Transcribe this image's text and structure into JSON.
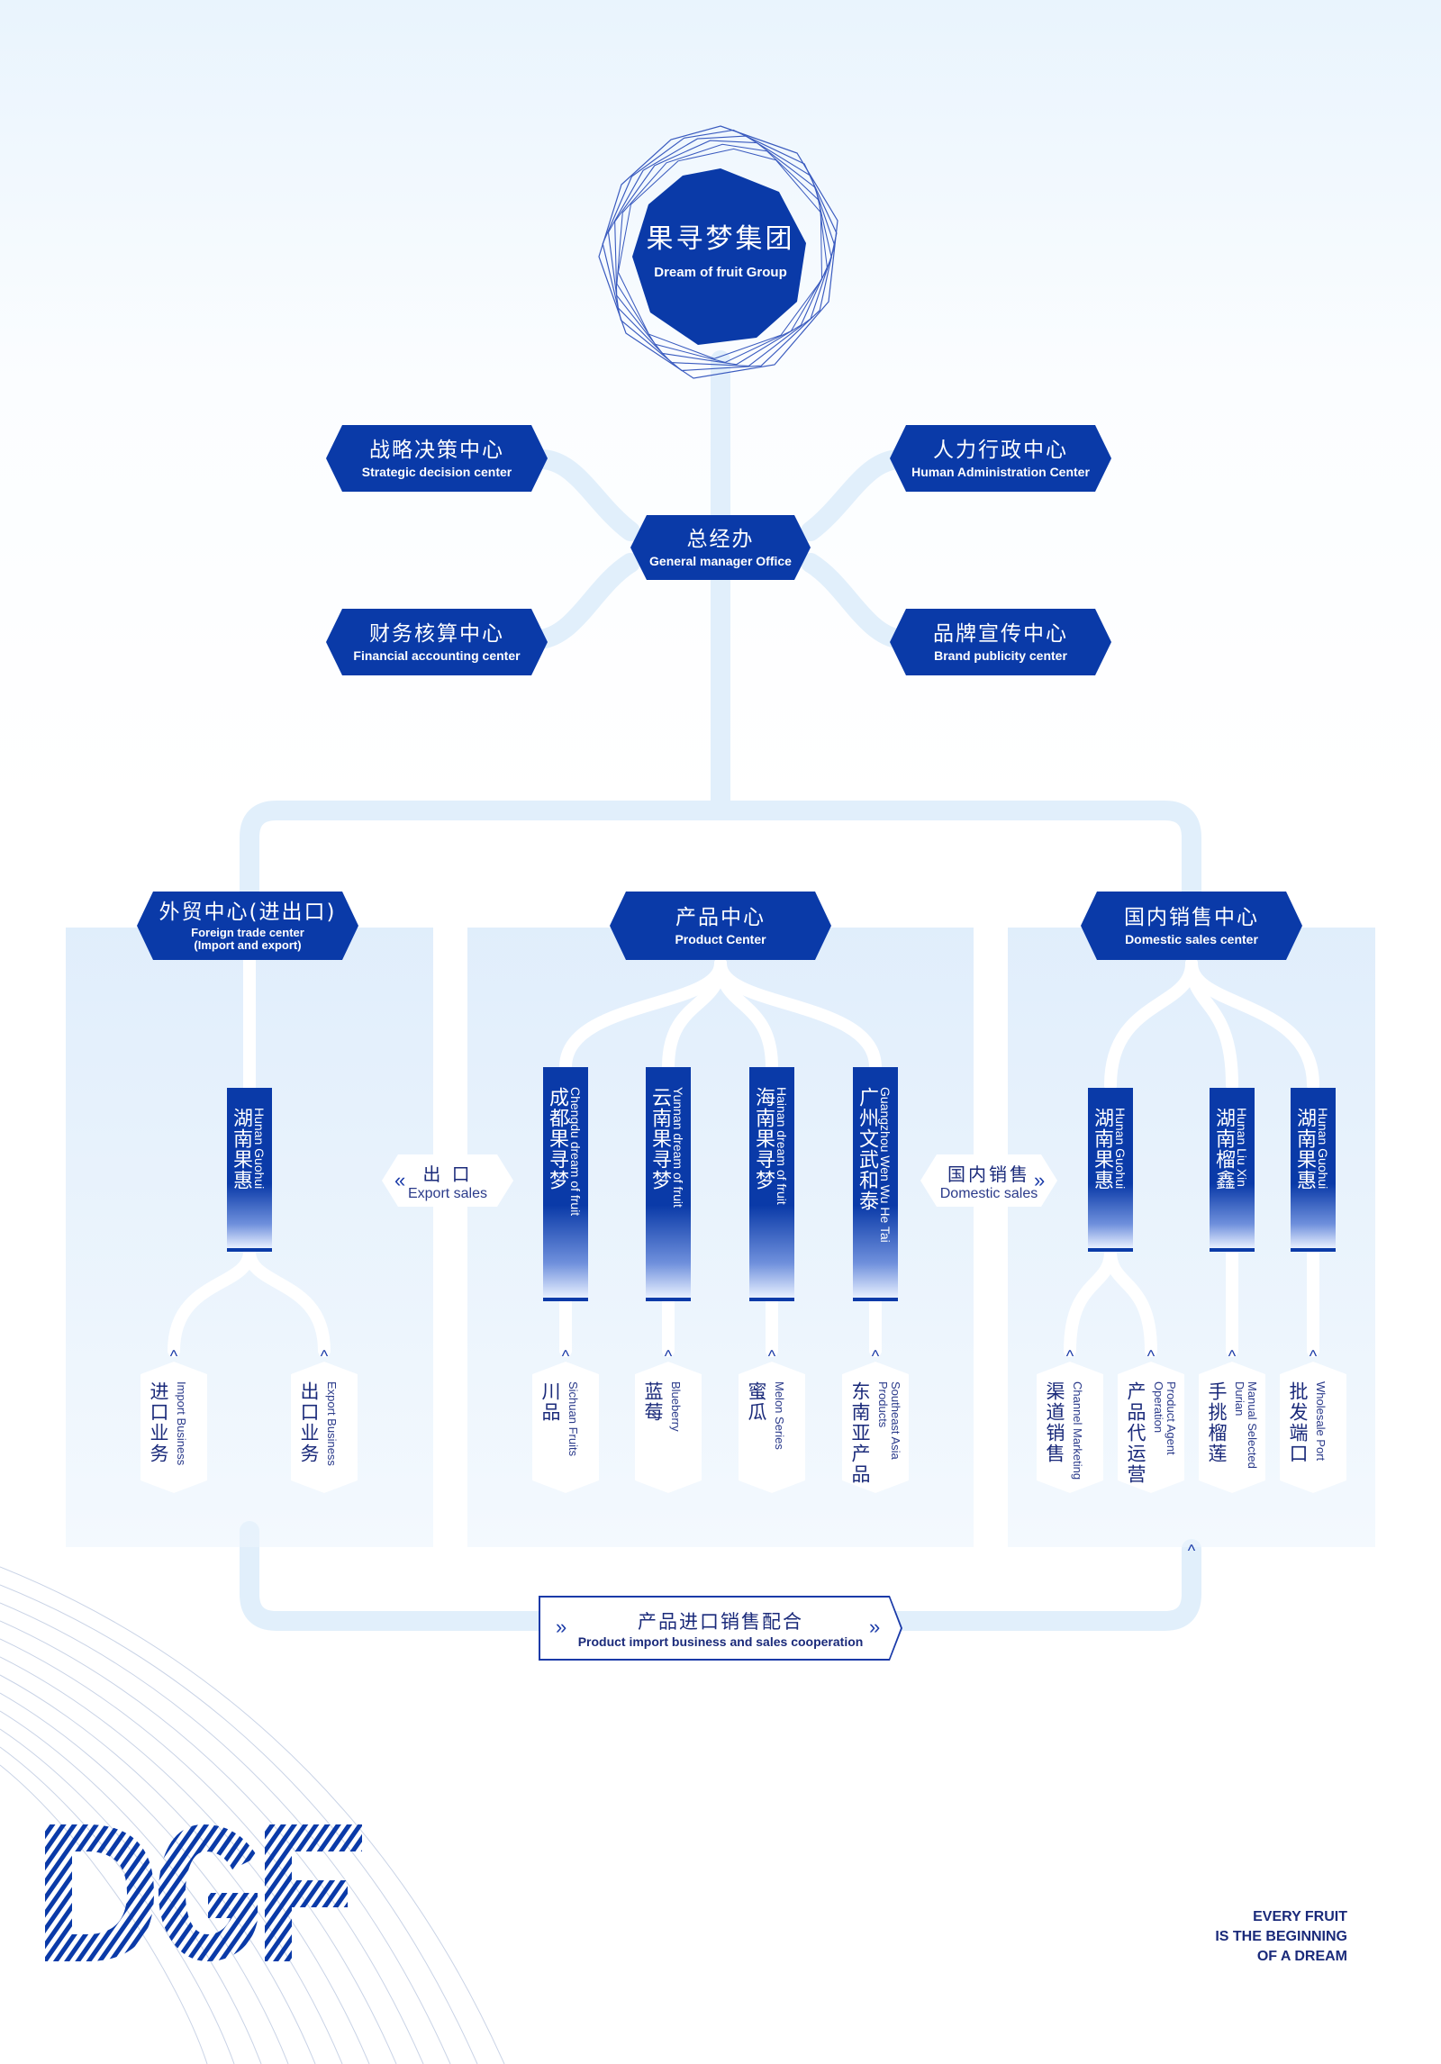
{
  "colors": {
    "primary": "#0a3aa8",
    "connector": "#e1effb",
    "panel": "#dbeaf9",
    "text_dark": "#1a2a7a"
  },
  "group": {
    "zh": "果寻梦集团",
    "en": "Dream of fruit Group"
  },
  "gm_office": {
    "zh": "总经办",
    "en": "General manager Office"
  },
  "departments": [
    {
      "zh": "战略决策中心",
      "en": "Strategic decision center"
    },
    {
      "zh": "人力行政中心",
      "en": "Human Administration Center"
    },
    {
      "zh": "财务核算中心",
      "en": "Financial accounting center"
    },
    {
      "zh": "品牌宣传中心",
      "en": "Brand publicity center"
    }
  ],
  "centers": {
    "foreign": {
      "zh": "外贸中心(进出口)",
      "en1": "Foreign trade center",
      "en2": "(Import and export)"
    },
    "product": {
      "zh": "产品中心",
      "en": "Product Center"
    },
    "domestic": {
      "zh": "国内销售中心",
      "en": "Domestic sales center"
    }
  },
  "foreign_companies": [
    {
      "zh": "湖南果惠",
      "en": "Hunan Guohui"
    }
  ],
  "foreign_business": [
    {
      "zh": "进口业务",
      "en": "Import Business"
    },
    {
      "zh": "出口业务",
      "en": "Export Business"
    }
  ],
  "product_companies": [
    {
      "zh": "成都果寻梦",
      "en": "Chengdu dream of fruit"
    },
    {
      "zh": "云南果寻梦",
      "en": "Yunnan dream of fruit"
    },
    {
      "zh": "海南果寻梦",
      "en": "Hainan dream of fruit"
    },
    {
      "zh": "广州文武和泰",
      "en": "Guangzhou Wen Wu He Tai"
    }
  ],
  "products": [
    {
      "zh": "川品",
      "en": "Sichuan Fruits"
    },
    {
      "zh": "蓝莓",
      "en": "Blueberry"
    },
    {
      "zh": "蜜瓜",
      "en": "Melon Series"
    },
    {
      "zh": "东南亚产品",
      "en": "Southeast Asia Products"
    }
  ],
  "domestic_companies": [
    {
      "zh": "湖南果惠",
      "en": "Hunan Guohui"
    },
    {
      "zh": "湖南榴鑫",
      "en": "Hunan Liu Xin"
    },
    {
      "zh": "湖南果惠",
      "en": "Hunan Guohui"
    }
  ],
  "domestic_business": [
    {
      "zh": "渠道销售",
      "en": "Channel Marketing"
    },
    {
      "zh": "产品代运营",
      "en": "Product Agent Operation"
    },
    {
      "zh": "手挑榴莲",
      "en": "Manual Selected Durian"
    },
    {
      "zh": "批发端口",
      "en": "Wholesale Port"
    }
  ],
  "flows": {
    "export": {
      "zh": "出 口",
      "en": "Export sales"
    },
    "domestic": {
      "zh": "国内销售",
      "en": "Domestic sales"
    },
    "cooperation": {
      "zh": "产品进口销售配合",
      "en": "Product import business and sales cooperation"
    }
  },
  "slogan": [
    "EVERY FRUIT",
    "IS THE BEGINNING",
    "OF A DREAM"
  ],
  "icons": {
    "left_chevron": "«",
    "right_chevron": "»",
    "caret": "^"
  }
}
